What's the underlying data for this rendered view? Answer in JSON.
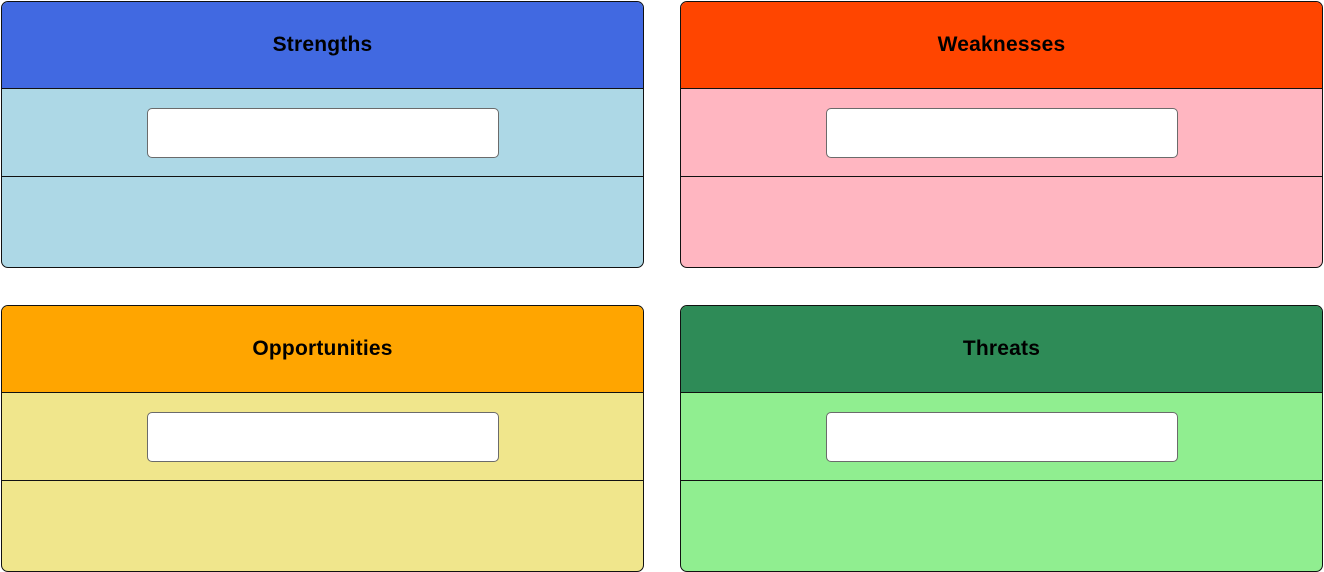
{
  "swot": {
    "strengths": {
      "title": "Strengths",
      "input_value": "",
      "header_color": "#4169E1",
      "body_color": "#ADD8E6"
    },
    "weaknesses": {
      "title": "Weaknesses",
      "input_value": "",
      "header_color": "#FF4500",
      "body_color": "#FFB6C1"
    },
    "opportunities": {
      "title": "Opportunities",
      "input_value": "",
      "header_color": "#FFA500",
      "body_color": "#F0E68C"
    },
    "threats": {
      "title": "Threats",
      "input_value": "",
      "header_color": "#2E8B57",
      "body_color": "#90EE90"
    }
  }
}
